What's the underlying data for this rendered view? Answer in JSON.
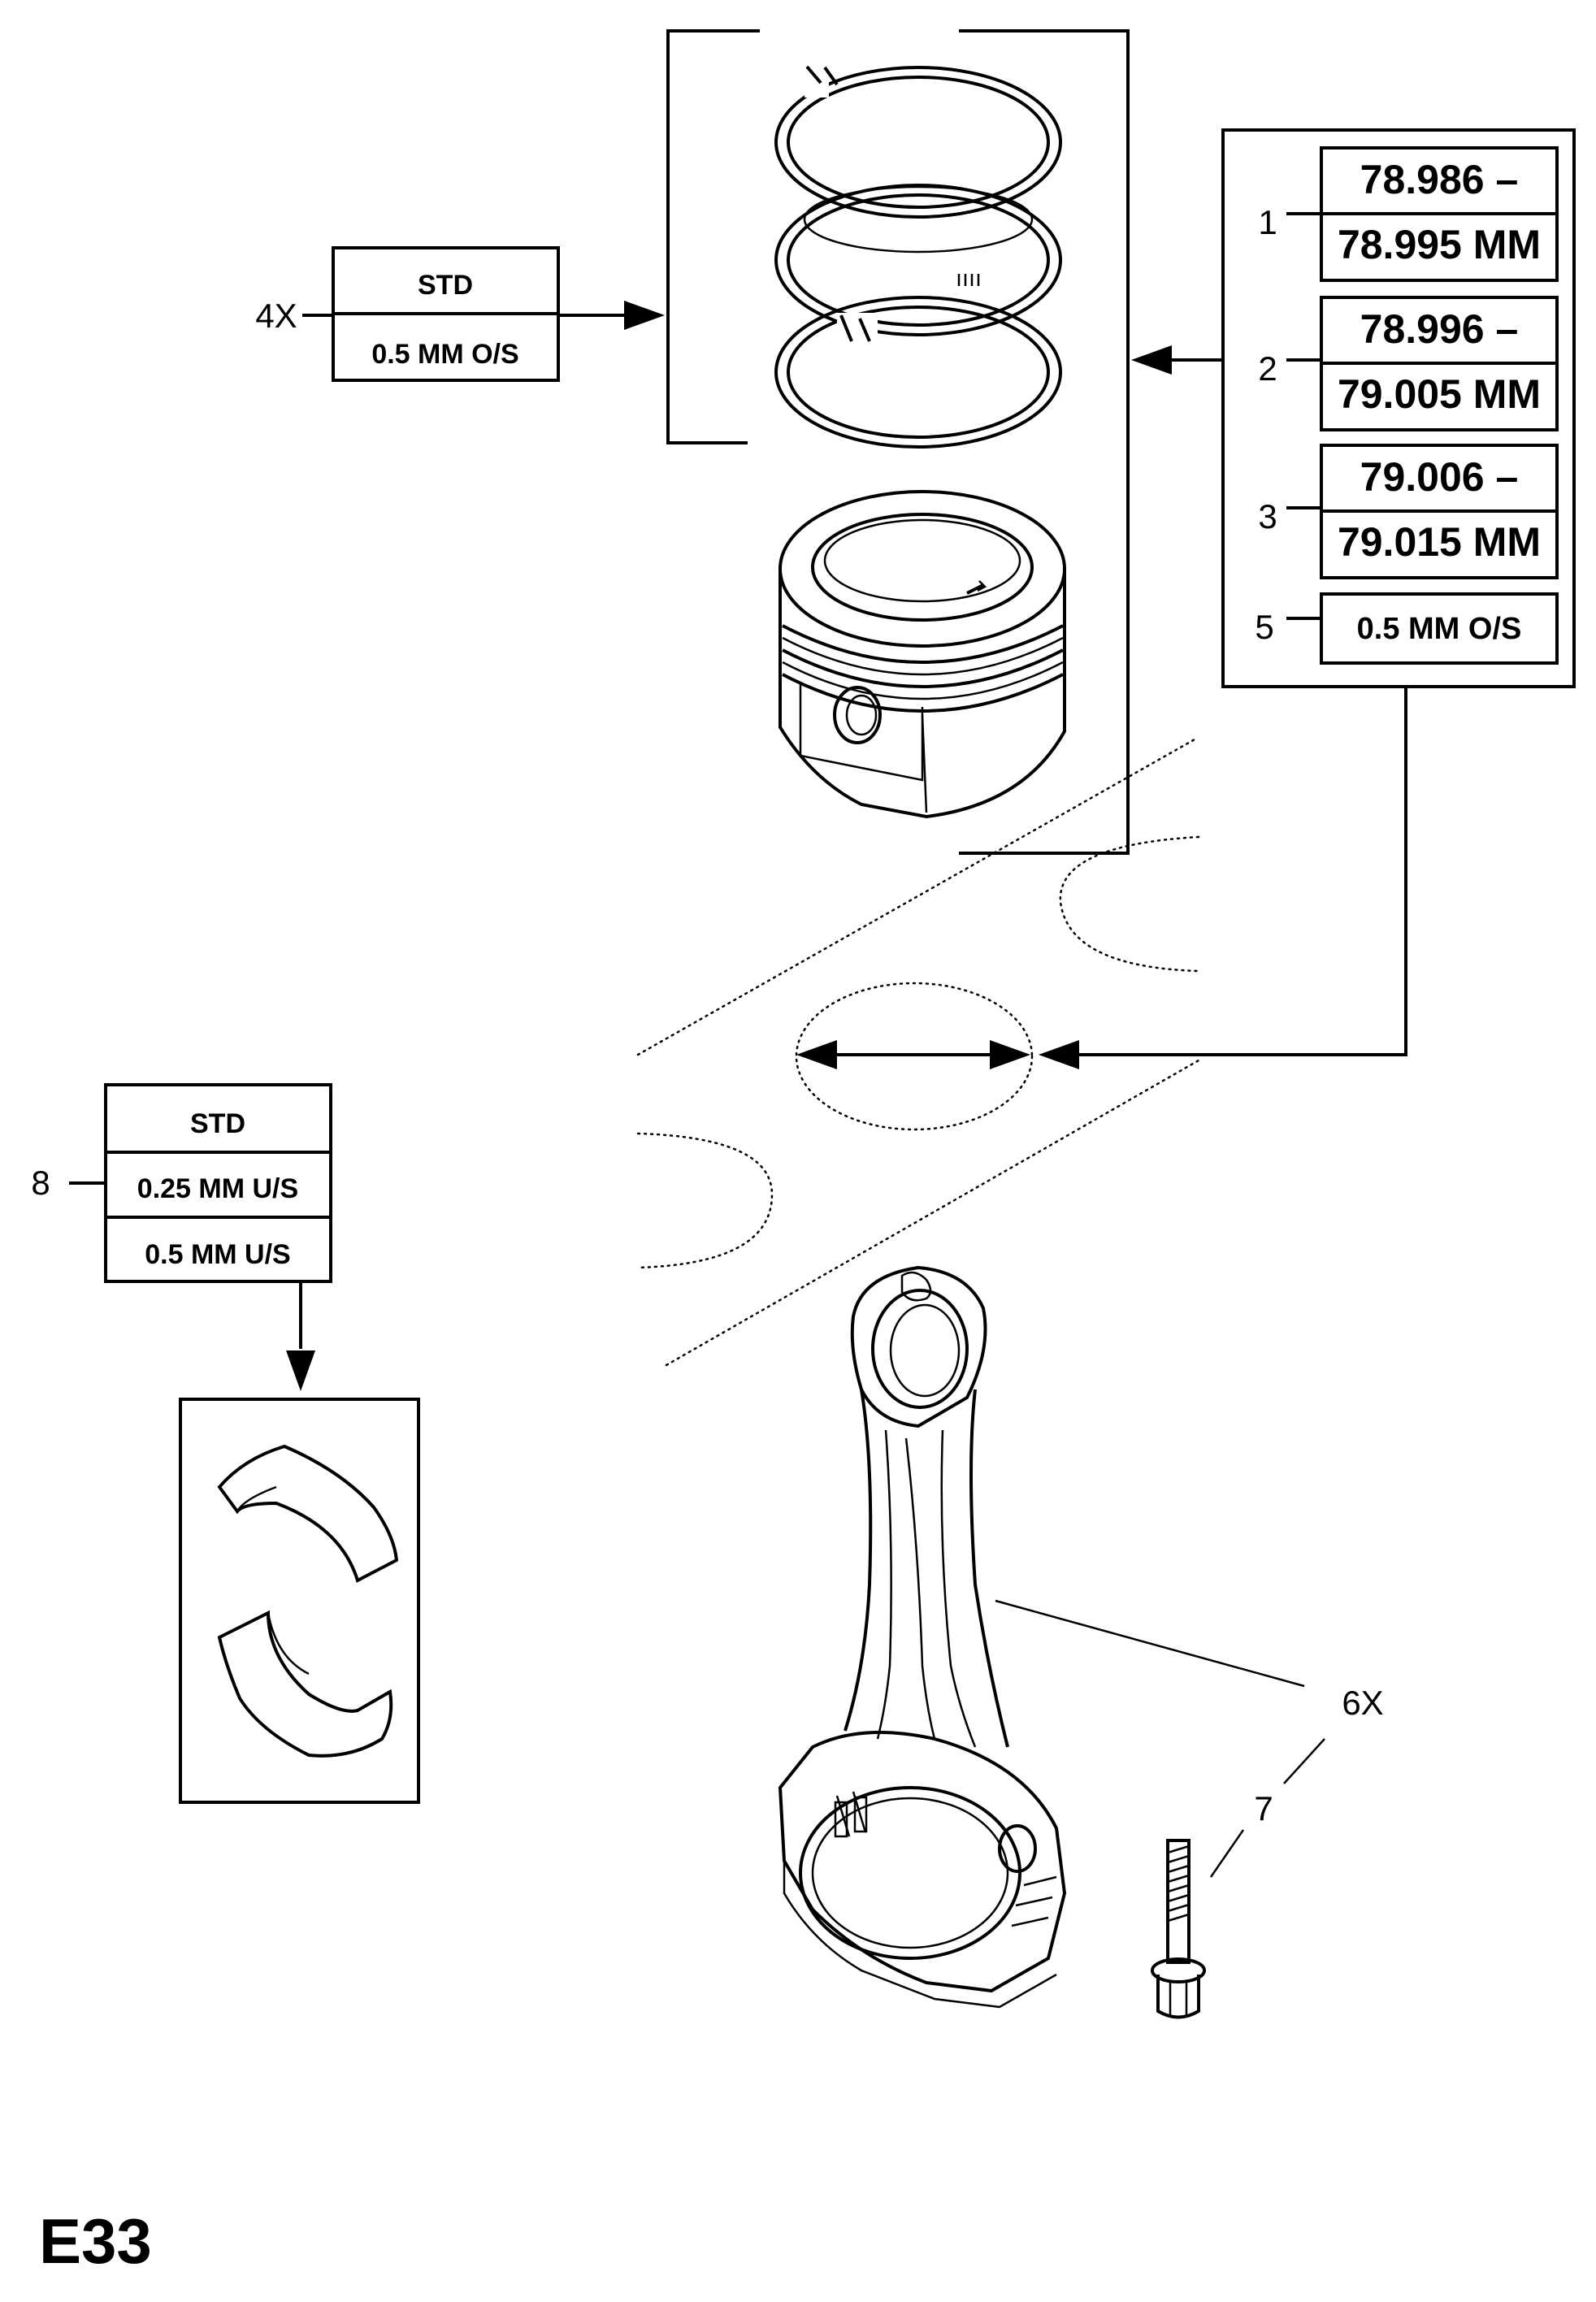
{
  "diagram_id": "E33",
  "ring_size_box": {
    "callout": "4X",
    "rows": [
      "STD",
      "0.5 MM O/S"
    ]
  },
  "bore_size_box": {
    "items": [
      {
        "callout": "1",
        "lines": [
          "78.986 –",
          "78.995 MM"
        ]
      },
      {
        "callout": "2",
        "lines": [
          "78.996 –",
          "79.005 MM"
        ]
      },
      {
        "callout": "3",
        "lines": [
          "79.006 –",
          "79.015 MM"
        ]
      },
      {
        "callout": "5",
        "lines": [
          "0.5 MM O/S"
        ]
      }
    ]
  },
  "bearing_size_box": {
    "callout": "8",
    "rows": [
      "STD",
      "0.25 MM U/S",
      "0.5 MM U/S"
    ]
  },
  "connecting_rod": {
    "callout": "6X"
  },
  "bolt": {
    "callout": "7"
  }
}
